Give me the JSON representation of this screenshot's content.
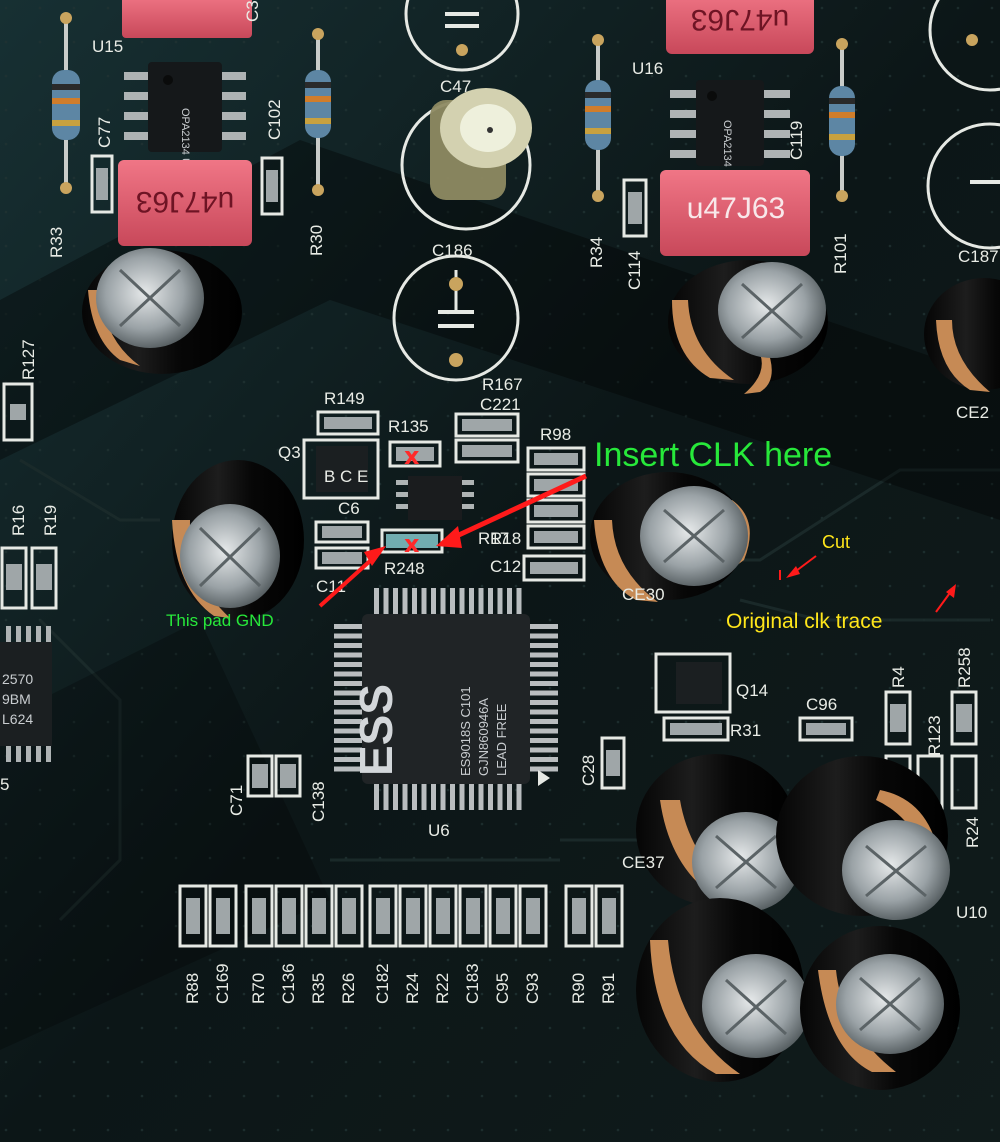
{
  "annotations": {
    "insert_clk": "Insert CLK here",
    "pad_gnd": "This pad  GND",
    "cut": "Cut",
    "original_trace": "Original clk trace",
    "mark_x": "x",
    "colors": {
      "green": "#27e83a",
      "yellow": "#ffe61a",
      "red": "#ff2a2a"
    }
  },
  "chip": {
    "logo": "ESS",
    "line1": "ES9018S  C101",
    "line2": "GJN860946A",
    "line3": "LEAD FREE",
    "ref": "U6"
  },
  "opamps": [
    {
      "ref": "U15",
      "marking": "OPA2134 UA"
    },
    {
      "ref": "U16",
      "marking": "OPA2134 UA"
    }
  ],
  "film_caps": [
    {
      "marking": "u47J63"
    },
    {
      "marking": "u47J63"
    },
    {
      "marking": "u47J63"
    },
    {
      "marking": "u47J63"
    }
  ],
  "labels": {
    "C3": "C3",
    "C47": "C47",
    "U15": "U15",
    "C77": "C77",
    "C102": "C102",
    "R33": "R33",
    "R30": "R30",
    "C186": "C186",
    "U16": "U16",
    "C119": "C119",
    "R34": "R34",
    "C114": "C114",
    "R101": "R101",
    "C187": "C187",
    "R127": "R127",
    "R149": "R149",
    "R135": "R135",
    "R167": "R167",
    "C221": "C221",
    "Q3": "Q3",
    "BCE": "B C E",
    "R98": "R98",
    "C6": "C6",
    "C11": "C11",
    "R248": "R248",
    "R17": "R17",
    "R18": "R18",
    "C12": "C12",
    "CE30": "CE30",
    "CE22": "CE2",
    "R16": "R16",
    "R19": "R19",
    "Q14": "Q14",
    "R31": "R31",
    "C96": "C96",
    "R4": "R4",
    "R258": "R258",
    "R123": "R123",
    "C71": "C71",
    "C138": "C138",
    "C28": "C28",
    "CE37": "CE37",
    "R24x": "R24",
    "U10": "U10",
    "U5": "5",
    "R88": "R88",
    "C169": "C169",
    "R70": "R70",
    "C136": "C136",
    "R35": "R35",
    "R26": "R26",
    "C182": "C182",
    "R24": "R24",
    "R22": "R22",
    "C183": "C183",
    "C95": "C95",
    "C93": "C93",
    "R90": "R90",
    "R91": "R91"
  },
  "left_ic": {
    "marking1": "2570",
    "marking2": "9BM",
    "marking3": "L624"
  }
}
